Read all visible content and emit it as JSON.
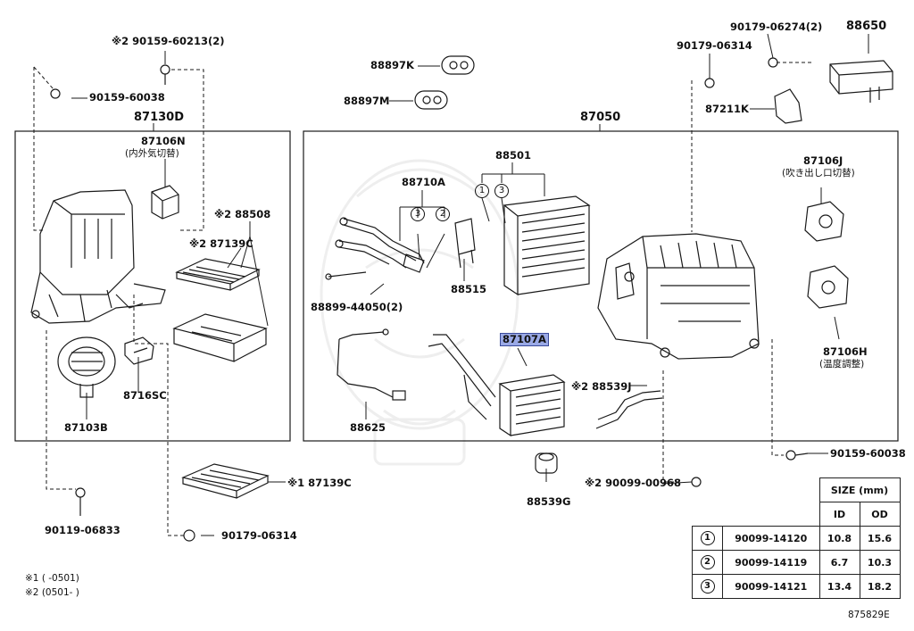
{
  "labels": {
    "p90159_60213": "※2 90159-60213(2)",
    "p90159_60038_left": "90159-60038",
    "p87130D": "87130D",
    "p87106N": "87106N",
    "p87106N_sub": "(内外気切替)",
    "p88508": "※2 88508",
    "p87139C_2": "※2 87139C",
    "p8716SC": "8716SC",
    "p87103B": "87103B",
    "p90119_06833": "90119-06833",
    "p87139C_1": "※1 87139C",
    "p90179_06314_bot": "90179-06314",
    "p88897K": "88897K",
    "p88897M": "88897M",
    "p87050": "87050",
    "p88710A": "88710A",
    "p88501": "88501",
    "p88515": "88515",
    "p88899_44050": "88899-44050(2)",
    "p88625": "88625",
    "p87107A": "87107A",
    "p88539J": "※2 88539J",
    "p88539G": "88539G",
    "p90099_00968": "※2 90099-00968",
    "p90179_06274": "90179-06274(2)",
    "p88650": "88650",
    "p90179_06314_top": "90179-06314",
    "p87211K": "87211K",
    "p87106J": "87106J",
    "p87106J_sub": "(吹き出し口切替)",
    "p87106H": "87106H",
    "p87106H_sub": "(温度調整)",
    "p90159_60038_right": "90159-60038",
    "note1": "※1 (      -0501)",
    "note2": "※2 (0501-      )",
    "diagram_id": "875829E",
    "c1a": "1",
    "c3a": "3",
    "c3b": "3",
    "c2b": "2"
  },
  "size_table": {
    "header": "SIZE (mm)",
    "col_id": "ID",
    "col_od": "OD",
    "rows": [
      {
        "num": "1",
        "part": "90099-14120",
        "id": "10.8",
        "od": "15.6"
      },
      {
        "num": "2",
        "part": "90099-14119",
        "id": "6.7",
        "od": "10.3"
      },
      {
        "num": "3",
        "part": "90099-14121",
        "id": "13.4",
        "od": "18.2"
      }
    ]
  },
  "colors": {
    "highlight": "#9aa9e6",
    "line": "#1a1a1a"
  }
}
